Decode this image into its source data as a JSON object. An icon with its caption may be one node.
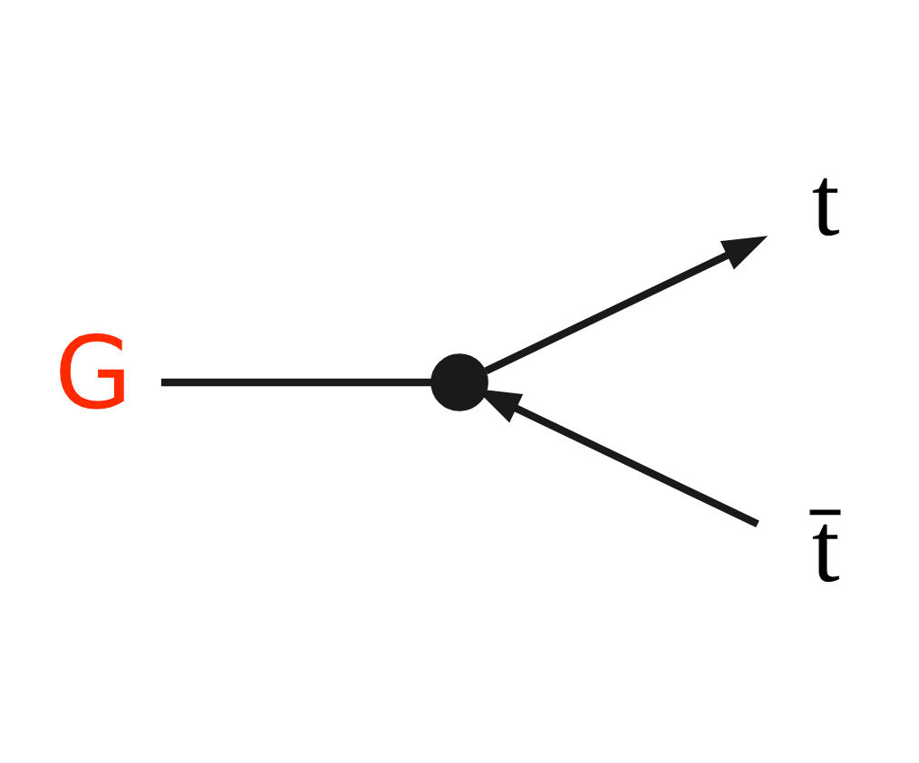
{
  "diagram": {
    "nodes": [
      {
        "text": [
          "G"
        ]
      },
      {
        "text": [],
        "shape": "circle"
      },
      {
        "text": [
          "t"
        ]
      },
      {
        "text": [
          "t̄"
        ]
      }
    ],
    "edges": [
      {
        "from": 0,
        "to": 1,
        "arrow": "none"
      },
      {
        "from": 1,
        "to": 2,
        "arrow": "to"
      },
      {
        "from": 3,
        "to": 1,
        "arrow": "to"
      }
    ]
  }
}
